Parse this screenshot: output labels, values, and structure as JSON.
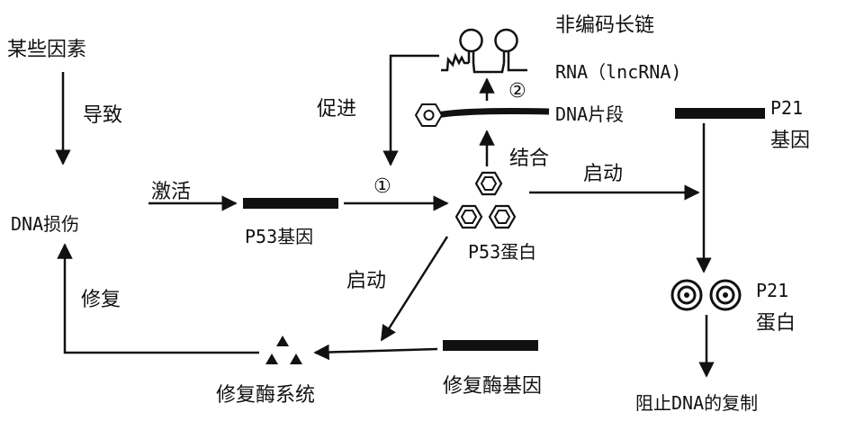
{
  "labels": {
    "ncrna_title": "非编码长链",
    "ncrna_name": "RNA（lncRNA)",
    "factors": "某些因素",
    "cause": "导致",
    "promote": "促进",
    "dna_fragment": "DNA片段",
    "p21_gene_top": "P21",
    "p21_gene_bottom": "基因",
    "circle2": "②",
    "bind": "结合",
    "activate": "激活",
    "circle1": "①",
    "start_right": "启动",
    "dna_damage": "DNA损伤",
    "p53_gene": "P53基因",
    "p53_protein": "P53蛋白",
    "start_left": "启动",
    "repair": "修复",
    "p21_protein_top": "P21",
    "p21_protein_bottom": "蛋白",
    "repair_enzyme_system": "修复酶系统",
    "repair_enzyme_gene": "修复酶基因",
    "block_dna_replication": "阻止DNA的复制"
  }
}
